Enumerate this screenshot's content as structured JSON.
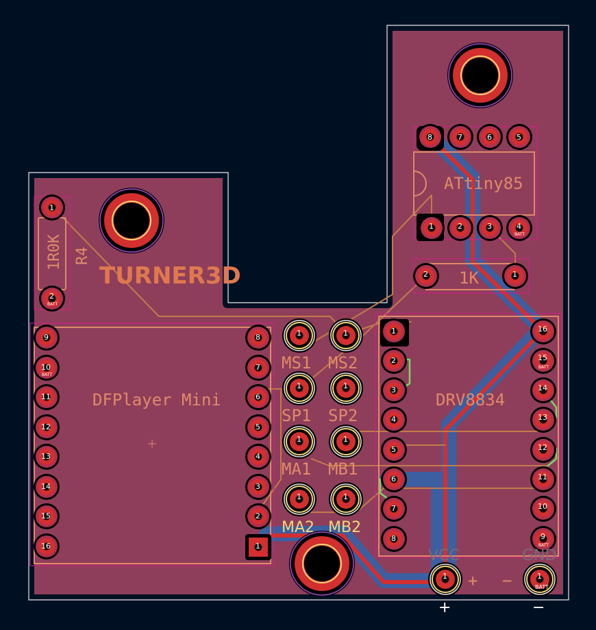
{
  "board": {
    "colors": {
      "background": "#001023",
      "copper": "#8e3e5a",
      "pad": "#d32f2f",
      "silkscreen": "#e08a6a",
      "back_trace": "#3b5fa0",
      "courtyard": "#d81b8f",
      "edge_cuts": "#e8e8e8"
    }
  },
  "logo": {
    "text": "TURNER3D"
  },
  "components": {
    "r4": {
      "ref": "R4",
      "value": "1R0K",
      "pin1": "1",
      "pin2": "2",
      "pin2_net": "BATT"
    },
    "attiny": {
      "name": "ATtiny85",
      "top_pins": [
        "8",
        "7",
        "6",
        "5"
      ],
      "bottom_pins": [
        "1",
        "2",
        "3",
        "4"
      ],
      "bottom_pin4_net": "BATT"
    },
    "r1k": {
      "value": "1K",
      "pin1": "2",
      "pin2": "1"
    },
    "dfplayer": {
      "name": "DFPlayer Mini",
      "left_pins": [
        "9",
        "10",
        "11",
        "12",
        "13",
        "14",
        "15",
        "16"
      ],
      "right_pins": [
        "8",
        "7",
        "6",
        "5",
        "4",
        "3",
        "2",
        "1"
      ],
      "left_pin10_net": "BATT"
    },
    "connectors": {
      "labels": [
        "MS1",
        "MS2",
        "SP1",
        "SP2",
        "MA1",
        "MB1",
        "MA2",
        "MB2"
      ],
      "pin": "1"
    },
    "drv": {
      "name": "DRV8834",
      "left_pins": [
        "1",
        "2",
        "3",
        "4",
        "5",
        "6",
        "7",
        "8"
      ],
      "right_pins": [
        "16",
        "15",
        "14",
        "13",
        "12",
        "11",
        "10",
        "9"
      ],
      "right_pin15_net": "BATT",
      "right_pin9_net": "BATT"
    },
    "power": {
      "vcc_label": "VCC",
      "gnd_label": "GND",
      "plus": "+",
      "minus": "−",
      "pin": "1",
      "gnd_net": "BATT"
    }
  }
}
